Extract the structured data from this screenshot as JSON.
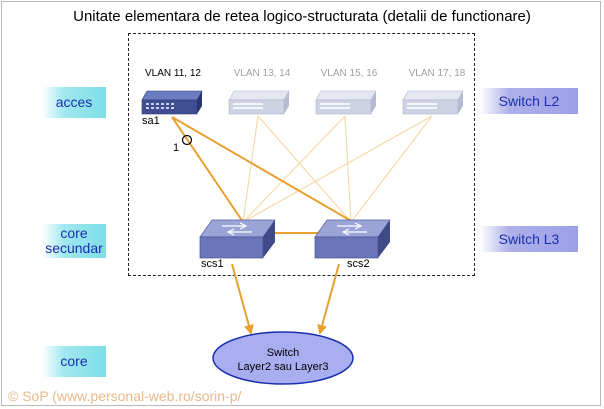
{
  "title": "Unitate elementara de retea logico-structurata (detalii de functionare)",
  "layers": {
    "acces": "acces",
    "core_secundar_line1": "core",
    "core_secundar_line2": "secundar",
    "core": "core"
  },
  "switch_types": {
    "l2": "Switch L2",
    "l3": "Switch L3"
  },
  "vlans": [
    "VLAN 11, 12",
    "VLAN 13, 14",
    "VLAN 15, 16",
    "VLAN 17, 18"
  ],
  "devices": {
    "sa1": "sa1",
    "scs1": "scs1",
    "scs2": "scs2"
  },
  "port_marker": "1",
  "core_switch": {
    "line1": "Switch",
    "line2": "Layer2 sau Layer3"
  },
  "copyright": "© SoP (www.personal-web.ro/sorin-p/",
  "colors": {
    "active_link": "#e8a030",
    "inactive_link": "#f5d9a8",
    "switch_active": "#3f4f92",
    "switch_inactive": "#c8cde0",
    "ellipse_fill": "#a9aef0",
    "vlan_inactive_text": "#a0a0a0"
  }
}
